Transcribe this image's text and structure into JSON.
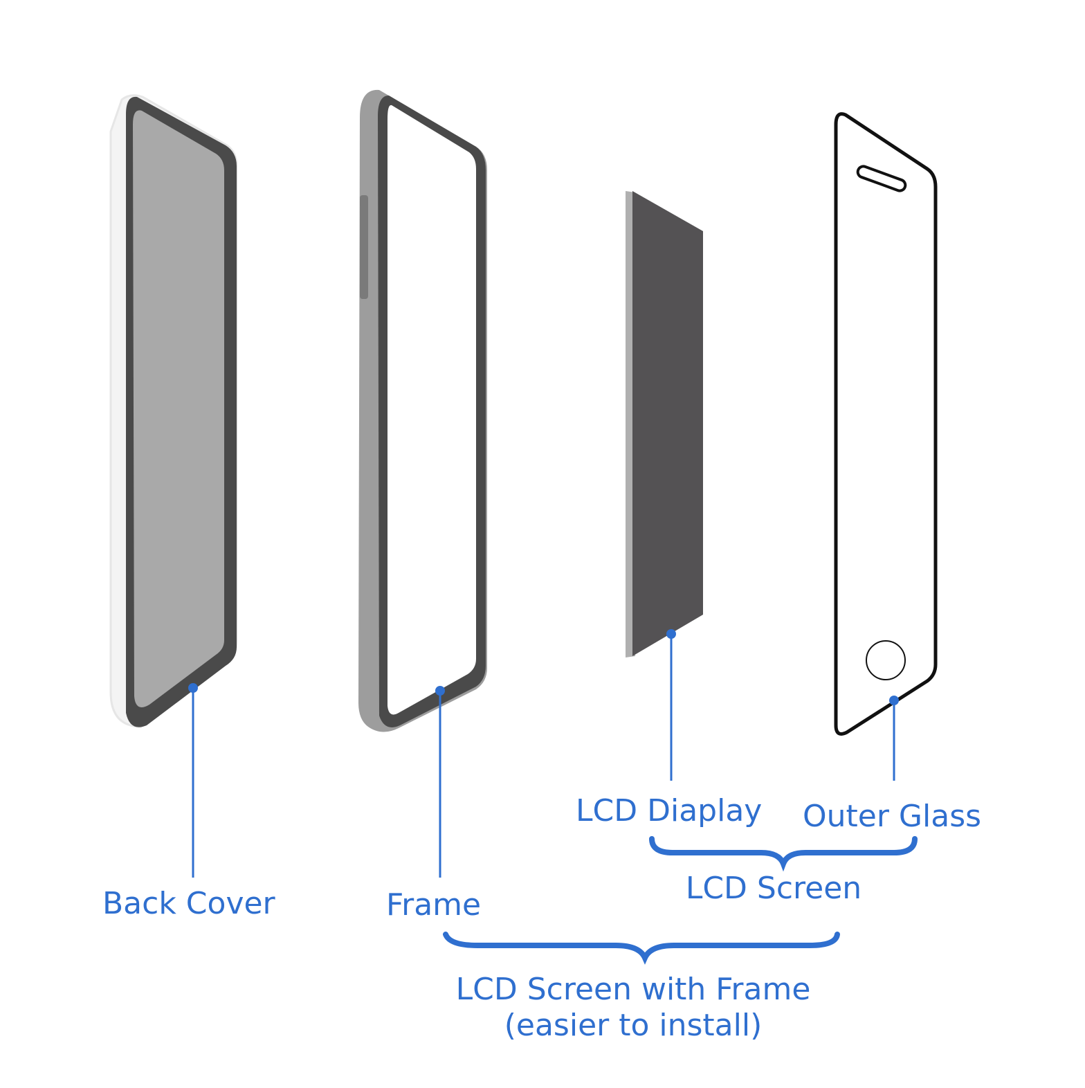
{
  "labels": {
    "back_cover": "Back Cover",
    "frame": "Frame",
    "lcd_display": "LCD Diaplay",
    "outer_glass": "Outer Glass",
    "lcd_screen": "LCD Screen",
    "lcd_screen_with_frame": "LCD Screen with Frame",
    "easier_to_install": "(easier to install)"
  },
  "colors": {
    "accent": "#2f6fcf",
    "panel_dark": "#505050",
    "panel_gray": "#a8a8a8",
    "frame_gray": "#9a9a9a",
    "outline": "#111111"
  }
}
